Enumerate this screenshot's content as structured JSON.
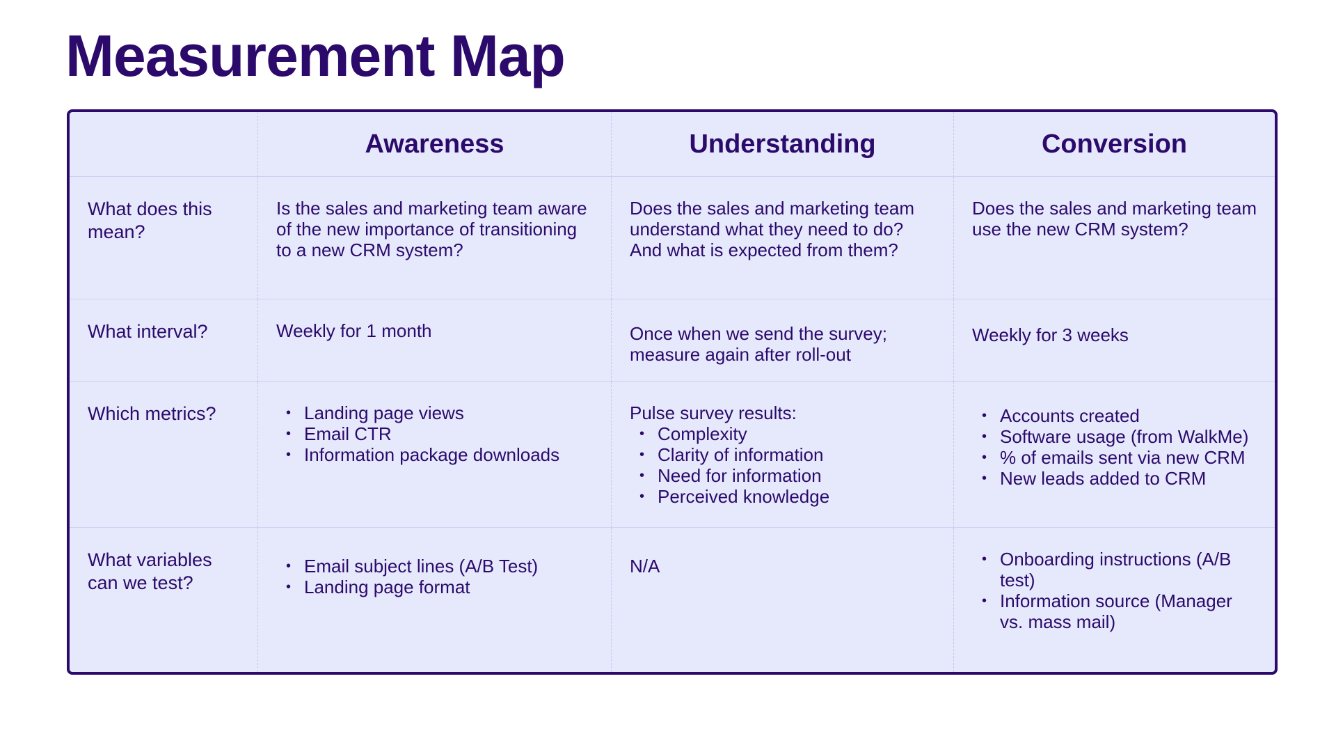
{
  "page": {
    "title": "Measurement Map"
  },
  "table": {
    "columns": [
      "Awareness",
      "Understanding",
      "Conversion"
    ],
    "rows": [
      {
        "label": "What does this mean?",
        "cells": [
          {
            "text": "Is the sales and marketing team aware of the new importance of transitioning to a new CRM system?"
          },
          {
            "text": "Does the sales and marketing team understand what they need to do? And what is expected from them?"
          },
          {
            "text": "Does the sales and marketing team use the new CRM system?"
          }
        ]
      },
      {
        "label": "What interval?",
        "cells": [
          {
            "text": "Weekly for 1 month"
          },
          {
            "text": "Once when we send the survey; measure again after roll-out"
          },
          {
            "text": "Weekly for 3 weeks"
          }
        ]
      },
      {
        "label": "Which metrics?",
        "cells": [
          {
            "items": [
              "Landing page views",
              "Email CTR",
              "Information package downloads"
            ]
          },
          {
            "intro": "Pulse survey results:",
            "items": [
              "Complexity",
              "Clarity of information",
              "Need for information",
              "Perceived knowledge"
            ]
          },
          {
            "items": [
              "Accounts created",
              "Software usage (from WalkMe)",
              "% of emails sent via new CRM",
              "New leads added to CRM"
            ]
          }
        ]
      },
      {
        "label": "What variables can we test?",
        "cells": [
          {
            "items": [
              "Email subject lines (A/B Test)",
              "Landing page format"
            ]
          },
          {
            "text": "N/A"
          },
          {
            "items": [
              "Onboarding instructions (A/B test)",
              "Information source (Manager vs. mass mail)"
            ]
          }
        ]
      }
    ]
  },
  "colors": {
    "primary": "#2b0a6b",
    "table_background": "#e6e9fc",
    "divider": "#c4c6ee"
  }
}
